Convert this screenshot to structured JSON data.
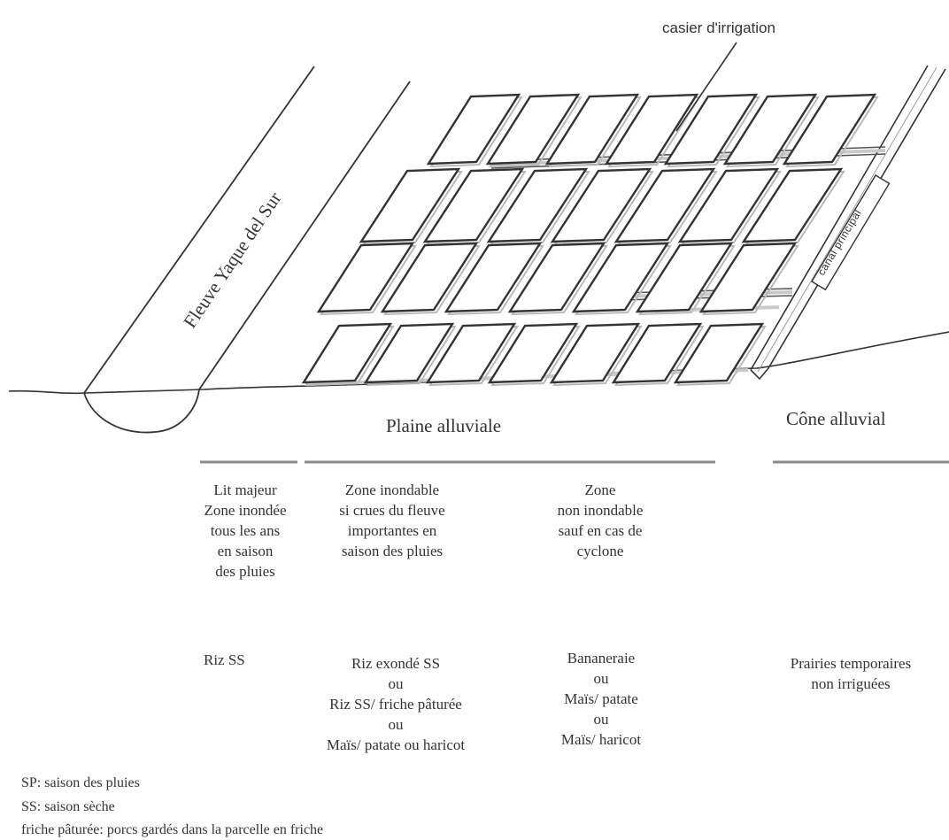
{
  "labels": {
    "casier": "casier d'irrigation",
    "fleuve": "Fleuve Yaque del Sur",
    "canal": "canal principal",
    "plaine": "Plaine alluviale",
    "cone": "Cône alluvial"
  },
  "zones": [
    {
      "description": "Lit majeur\nZone inondée\ntous les ans\nen saison\ndes pluies",
      "culture": "Riz SS"
    },
    {
      "description": "Zone inondable\nsi crues du fleuve\nimportantes en\nsaison des pluies",
      "culture": "Riz exondé SS\nou\nRiz SS/ friche pâturée\nou\nMaïs/ patate ou haricot"
    },
    {
      "description": "Zone\nnon inondable\nsauf en cas de\ncyclone",
      "culture": "Bananeraie\nou\nMaïs/ patate\nou\nMaïs/ haricot"
    },
    {
      "description": "",
      "culture": "Prairies temporaires\nnon irriguées"
    }
  ],
  "legend": [
    "SP: saison des pluies",
    "SS: saison sèche",
    "friche pâturée: porcs gardés dans la parcelle en friche"
  ]
}
